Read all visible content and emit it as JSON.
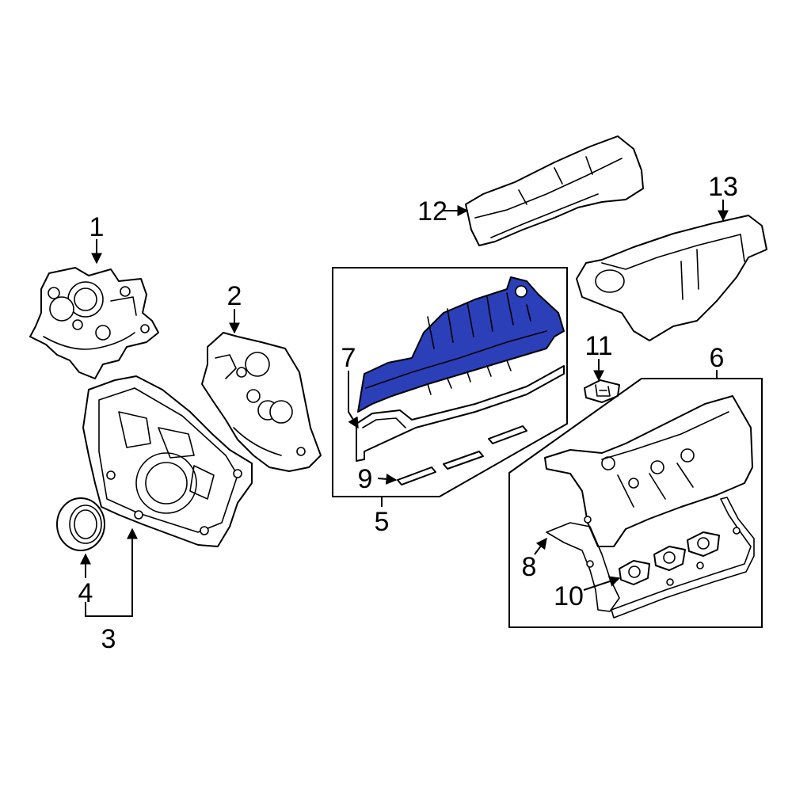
{
  "highlight_color": "#2b3fb8",
  "callouts": {
    "c1": "1",
    "c2": "2",
    "c3": "3",
    "c4": "4",
    "c5": "5",
    "c6": "6",
    "c7": "7",
    "c8": "8",
    "c9": "9",
    "c10": "10",
    "c11": "11",
    "c12": "12",
    "c13": "13"
  }
}
